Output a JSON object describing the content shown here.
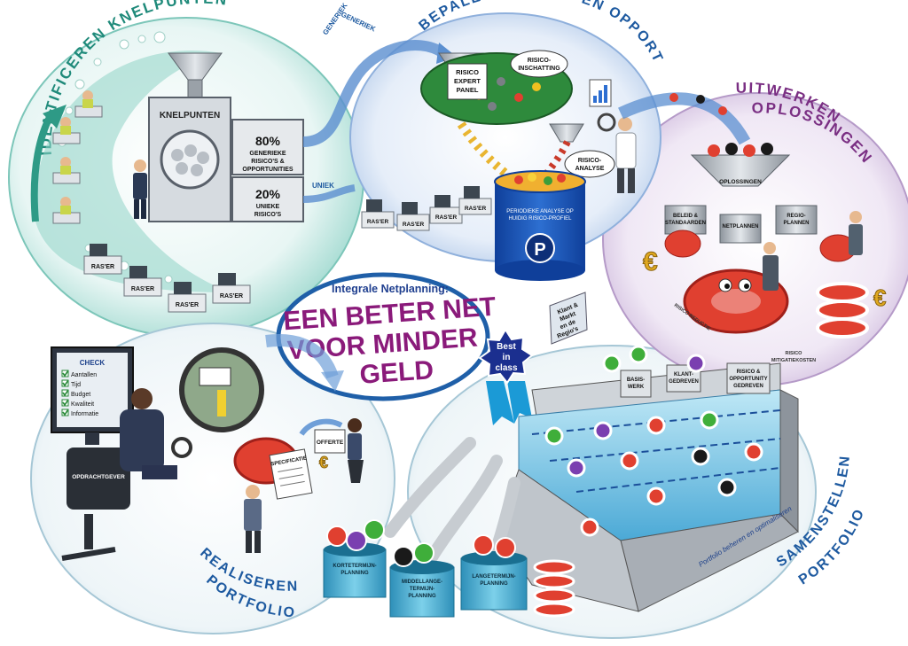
{
  "colors": {
    "teal_section": "#1f8a7a",
    "blue_section": "#1e5aa0",
    "purple_section": "#7a2f83",
    "title_purple": "#8a1a7a",
    "title_blue": "#1f3f8f",
    "badge_blue": "#1b2f8f"
  },
  "sections": {
    "identify": "IDENTIFICEREN KNELPUNTEN",
    "risks": "BEPALEN RISICO'S EN OPPORTUNITIES",
    "solutions_1": "UITWERKEN",
    "solutions_2": "OPLOSSINGEN",
    "portfolio_1": "SAMENSTELLEN",
    "portfolio_2": "PORTFOLIO",
    "realise_1": "REALISEREN",
    "realise_2": "PORTFOLIO"
  },
  "center": {
    "subtitle": "Integrale Netplanning:",
    "line1": "EEN BETER NET",
    "line2": "VOOR MINDER",
    "line3": "GELD",
    "badge": [
      "Best",
      "in",
      "class"
    ]
  },
  "machine": {
    "title": "KNELPUNTEN",
    "generic_pct": "80%",
    "generic_lines": [
      "GENERIEKE",
      "RISICO'S &",
      "OPPORTUNITIES"
    ],
    "unique_pct": "20%",
    "unique_lines": [
      "UNIEKE",
      "RISICO'S"
    ]
  },
  "flows": {
    "generiek_left": "GENERIEK",
    "generiek_top": "GENERIEK",
    "uniek": "UNIEK"
  },
  "desks": {
    "rasers": [
      "RAS'ER",
      "RAS'ER",
      "RAS'ER",
      "RAS'ER"
    ],
    "raser_top": [
      "RAS'ER",
      "RAS'ER",
      "RAS'ER",
      "RAS'ER"
    ]
  },
  "risk_panel": {
    "expert": [
      "RISICO",
      "EXPERT",
      "PANEL"
    ],
    "inschatting": [
      "RISICO-",
      "INSCHATTING"
    ],
    "analyse": [
      "RISICO-",
      "ANALYSE"
    ],
    "vat_text": [
      "PERIODIEKE ANALYSE OP",
      "HUIDIG RISICO-PROFIEL"
    ],
    "vat_letter": "P"
  },
  "solutions": {
    "funnel": "OPLOSSINGEN",
    "bins": [
      [
        "BELEID &",
        "STANDAARDEN"
      ],
      [
        "NETPLANNEN"
      ],
      [
        "REGIO-",
        "PLANNEN"
      ]
    ],
    "reductie": "RISICO REDUCTIE",
    "mitigatie": [
      "RISICO",
      "MITIGATIEKOSTEN"
    ]
  },
  "pool": {
    "sign": [
      "Klant &",
      "Markt",
      "en de",
      "Regio's"
    ],
    "lanes": [
      [
        "BASIS-",
        "WERK"
      ],
      [
        "KLANT-",
        "GEDREVEN"
      ],
      [
        "RISICO &",
        "OPPORTUNITY",
        "GEDREVEN"
      ]
    ],
    "caption": "Portfolio beheren en optimaliseren"
  },
  "buckets": [
    [
      "KORTETERMIJN-",
      "PLANNING"
    ],
    [
      "MIDDELLANGE-",
      "TERMIJN-",
      "PLANNING"
    ],
    [
      "LANGETERMIJN-",
      "PLANNING"
    ]
  ],
  "checklist": {
    "title": "CHECK",
    "items": [
      "Aantallen",
      "Tijd",
      "Budget",
      "Kwaliteit",
      "Informatie"
    ]
  },
  "client": "OPDRACHTGEVER",
  "docs": {
    "offerte": "OFFERTE",
    "specificatie": "SPECIFICATIE"
  }
}
